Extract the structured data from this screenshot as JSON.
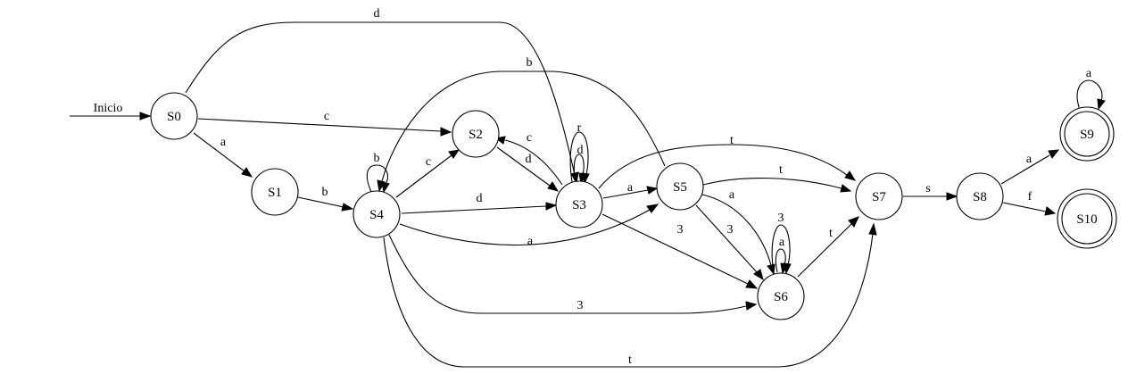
{
  "diagram": {
    "start_label": "Inicio",
    "states": {
      "S0": "S0",
      "S1": "S1",
      "S2": "S2",
      "S3": "S3",
      "S4": "S4",
      "S5": "S5",
      "S6": "S6",
      "S7": "S7",
      "S8": "S8",
      "S9": "S9",
      "S10": "S10"
    },
    "accepting_states": [
      "S9",
      "S10"
    ],
    "transitions": [
      {
        "id": "e-s0-s3",
        "from": "S0",
        "to": "S3",
        "label": "d"
      },
      {
        "id": "e-s0-s2",
        "from": "S0",
        "to": "S2",
        "label": "c"
      },
      {
        "id": "e-s0-s1",
        "from": "S0",
        "to": "S1",
        "label": "a"
      },
      {
        "id": "e-s1-s4",
        "from": "S1",
        "to": "S4",
        "label": "b"
      },
      {
        "id": "e-s4-s4",
        "from": "S4",
        "to": "S4",
        "label": "b"
      },
      {
        "id": "e-s4-s2",
        "from": "S4",
        "to": "S2",
        "label": "c"
      },
      {
        "id": "e-s4-s3",
        "from": "S4",
        "to": "S3",
        "label": "d"
      },
      {
        "id": "e-s4-s5",
        "from": "S4",
        "to": "S5",
        "label": "a"
      },
      {
        "id": "e-s4-s6",
        "from": "S4",
        "to": "S6",
        "label": "3"
      },
      {
        "id": "e-s4-s7",
        "from": "S4",
        "to": "S7",
        "label": "t"
      },
      {
        "id": "e-s5-s4",
        "from": "S5",
        "to": "S4",
        "label": "b"
      },
      {
        "id": "e-s3-s2",
        "from": "S3",
        "to": "S2",
        "label": "c"
      },
      {
        "id": "e-s2-s3",
        "from": "S2",
        "to": "S3",
        "label": "d"
      },
      {
        "id": "e-s3-s3r",
        "from": "S3",
        "to": "S3",
        "label": "r"
      },
      {
        "id": "e-s3-s3d",
        "from": "S3",
        "to": "S3",
        "label": "d"
      },
      {
        "id": "e-s3-s5",
        "from": "S3",
        "to": "S5",
        "label": "a"
      },
      {
        "id": "e-s3-s7",
        "from": "S3",
        "to": "S7",
        "label": "t"
      },
      {
        "id": "e-s3-s6",
        "from": "S3",
        "to": "S6",
        "label": "3"
      },
      {
        "id": "e-s5-s7",
        "from": "S5",
        "to": "S7",
        "label": "t"
      },
      {
        "id": "e-s5-s6a",
        "from": "S5",
        "to": "S6",
        "label": "a"
      },
      {
        "id": "e-s5-s63",
        "from": "S5",
        "to": "S6",
        "label": "3"
      },
      {
        "id": "e-s6-s63",
        "from": "S6",
        "to": "S6",
        "label": "3"
      },
      {
        "id": "e-s6-s6a",
        "from": "S6",
        "to": "S6",
        "label": "a"
      },
      {
        "id": "e-s6-s7",
        "from": "S6",
        "to": "S7",
        "label": "t"
      },
      {
        "id": "e-s7-s8",
        "from": "S7",
        "to": "S8",
        "label": "s"
      },
      {
        "id": "e-s8-s9",
        "from": "S8",
        "to": "S9",
        "label": "a"
      },
      {
        "id": "e-s8-s10",
        "from": "S8",
        "to": "S10",
        "label": "f"
      },
      {
        "id": "e-s9-s9",
        "from": "S9",
        "to": "S9",
        "label": "a"
      }
    ]
  }
}
